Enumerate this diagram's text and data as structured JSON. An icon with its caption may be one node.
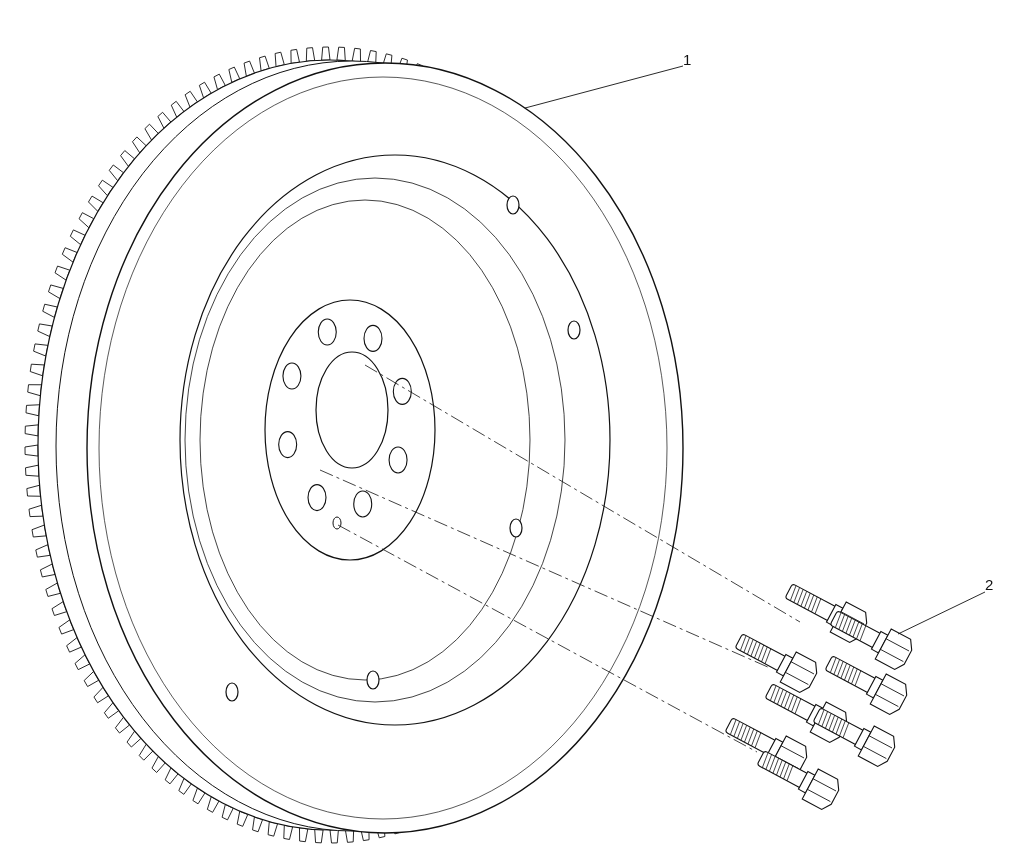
{
  "diagram": {
    "nodes": [
      {
        "text": [
          "1"
        ]
      },
      {
        "text": [],
        "shape": "picture"
      },
      {
        "text": [
          "2"
        ]
      },
      {
        "text": [],
        "shape": "picture"
      }
    ],
    "edges": [
      {
        "from": 0,
        "to": 1,
        "arrow": "none"
      },
      {
        "from": 2,
        "to": 3,
        "arrow": "none"
      },
      {
        "from": 1,
        "to": 3,
        "arrow": "none",
        "style": "dashed"
      },
      {
        "from": 1,
        "to": 3,
        "arrow": "none",
        "style": "dashed"
      },
      {
        "from": 1,
        "to": 3,
        "arrow": "none",
        "style": "dashed"
      }
    ]
  }
}
